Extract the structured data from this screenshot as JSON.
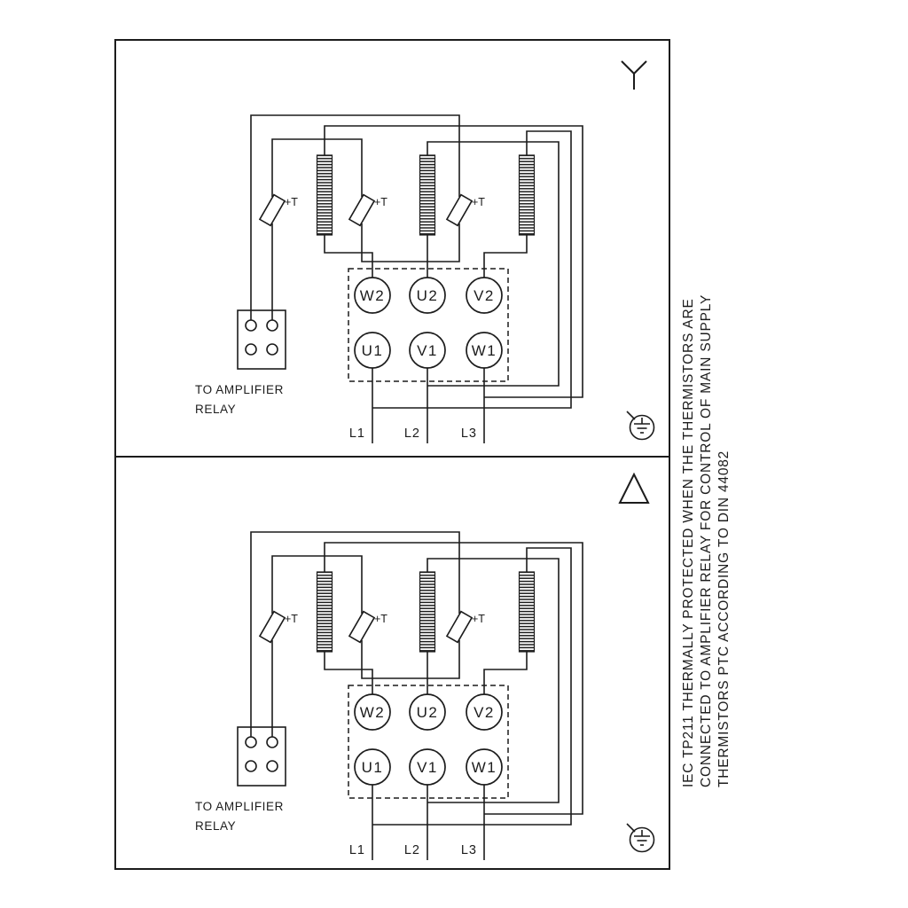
{
  "canvas": {
    "background_color": "#ffffff",
    "line_color": "#1c1c1c"
  },
  "note": {
    "lines": [
      "IEC TP211 THERMALLY PROTECTED WHEN THE THERMISTORS ARE",
      "CONNECTED TO AMPLIFIER RELAY FOR CONTROL OF MAIN SUPPLY",
      "THERMISTORS PTC ACCORDING TO DIN 44082"
    ]
  },
  "panels": [
    {
      "connection": "star",
      "relay_label": [
        "TO AMPLIFIER",
        "RELAY"
      ],
      "thermistor_label": "+T",
      "terminals_top": [
        "W2",
        "U2",
        "V2"
      ],
      "terminals_bottom": [
        "U1",
        "V1",
        "W1"
      ],
      "supply": [
        "L1",
        "L2",
        "L3"
      ]
    },
    {
      "connection": "delta",
      "relay_label": [
        "TO AMPLIFIER",
        "RELAY"
      ],
      "thermistor_label": "+T",
      "terminals_top": [
        "W2",
        "U2",
        "V2"
      ],
      "terminals_bottom": [
        "U1",
        "V1",
        "W1"
      ],
      "supply": [
        "L1",
        "L2",
        "L3"
      ]
    }
  ]
}
